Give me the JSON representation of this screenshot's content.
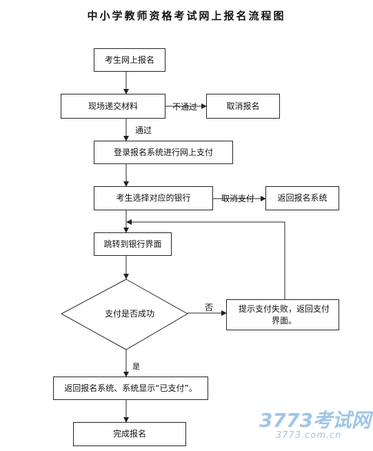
{
  "title": "中小学教师资格考试网上报名流程图",
  "nodes": {
    "register_online": "考生网上报名",
    "onsite_submit": "现场递交材料",
    "cancel_registration": "取消报名",
    "login_pay": "登录报名系统进行网上支付",
    "choose_bank": "考生选择对应的银行",
    "return_system": "返回报名系统",
    "jump_bank": "跳转到银行界面",
    "pay_decision": "支付是否成功",
    "pay_fail": "提示支付失败，返回支付界面。",
    "show_paid": "返回报名系统、系统显示“已支付”。",
    "done": "完成报名"
  },
  "edges": {
    "not_pass": "不通过",
    "pass": "通过",
    "cancel_pay": "取消支付",
    "no": "否",
    "yes": "是"
  },
  "watermark": {
    "brand": "3773考试网",
    "url": "3773.com.cn",
    "color": "#9fc6e6"
  }
}
